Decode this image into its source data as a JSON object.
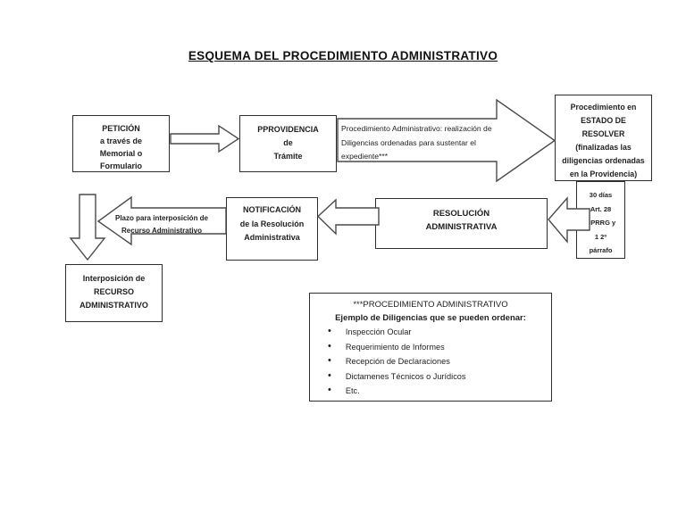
{
  "page": {
    "title": "ESQUEMA DEL PROCEDIMIENTO ADMINISTRATIVO"
  },
  "boxes": {
    "peticion": {
      "lines": [
        "PETICIÓN",
        "a través de",
        "Memorial o",
        "Formulario"
      ]
    },
    "providencia": {
      "lines": [
        "PPROVIDENCIA",
        "de",
        "Trámite"
      ]
    },
    "estado_resolver": {
      "lines": [
        "Procedimiento en",
        "ESTADO DE",
        "RESOLVER",
        "(finalizadas las",
        "diligencias ordenadas",
        "en la Providencia)"
      ]
    },
    "plazo_30dias": {
      "lines": [
        "30 días",
        "Art. 28",
        "CPRRG y",
        "1 2º",
        "párrafo"
      ]
    },
    "resolucion": {
      "lines": [
        "RESOLUCIÓN",
        "ADMINISTRATIVA"
      ]
    },
    "notificacion": {
      "lines": [
        "NOTIFICACIÓN",
        "de la Resolución",
        "Administrativa"
      ]
    },
    "interposicion": {
      "lines": [
        "Interposición de",
        "RECURSO",
        "ADMINISTRATIVO"
      ]
    }
  },
  "arrow_labels": {
    "procedimiento": {
      "lines": [
        "Procedimiento Administrativo: realización de",
        "Diligencias ordenadas  para sustentar el",
        "expediente***"
      ]
    },
    "plazo": {
      "lines": [
        "Plazo para interposición de",
        "Recurso Administrativo"
      ]
    }
  },
  "note_box": {
    "title": "***PROCEDIMIENTO ADMINISTRATIVO",
    "subtitle": "Ejemplo de Diligencias que se pueden ordenar:",
    "items": [
      "Inspección Ocular",
      "Requerimiento de Informes",
      "Recepción de Declaraciones",
      "Dictamenes Técnicos o Jurídicos",
      "Etc."
    ]
  },
  "colors": {
    "background": "#ffffff",
    "box_border": "#2e2e2e",
    "arrow_stroke": "#4a4a4a",
    "text": "#1f1f1f"
  }
}
